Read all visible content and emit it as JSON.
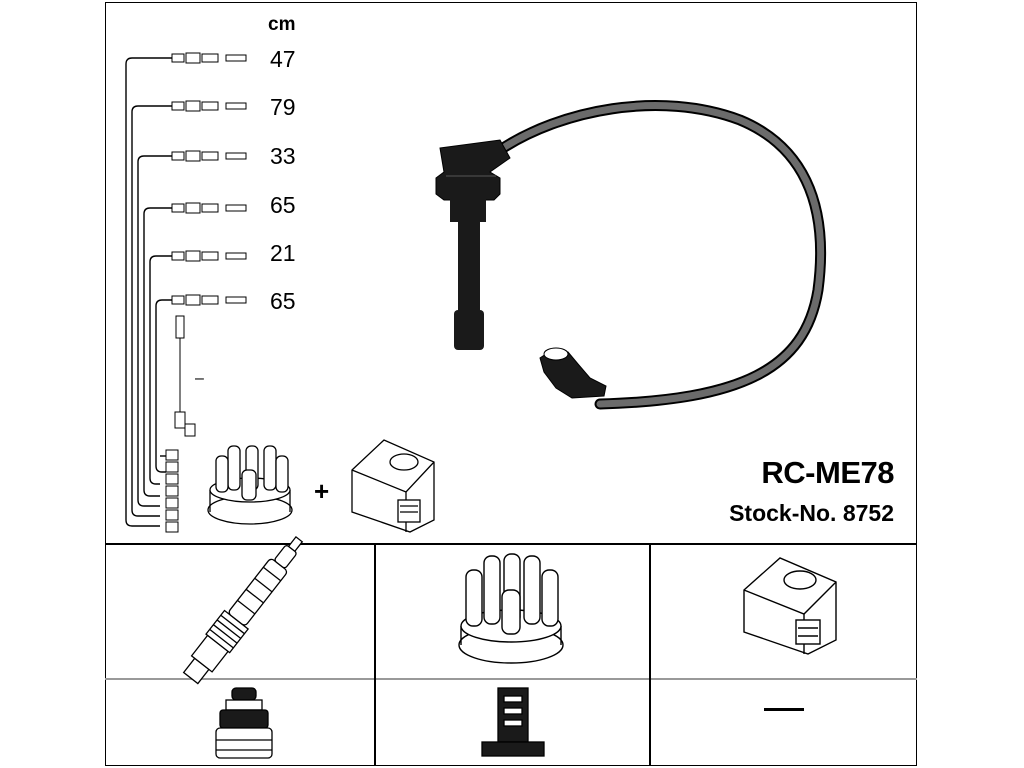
{
  "unit_label": "cm",
  "cable_lengths": [
    "47",
    "79",
    "33",
    "65",
    "21",
    "65"
  ],
  "extra_cable_dash": "–",
  "part_code": "RC-ME78",
  "stock_number": "Stock-No. 8752",
  "plus_sign": "+",
  "bottom_right_value": "—",
  "colors": {
    "line": "#000000",
    "cable": "#6b6b6b",
    "fill": "#ffffff",
    "boot": "#1a1a1a"
  },
  "icons": [
    "spark-plug-icon",
    "distributor-cap-icon",
    "ignition-coil-icon",
    "plug-connector-icon",
    "coil-connector-icon"
  ]
}
